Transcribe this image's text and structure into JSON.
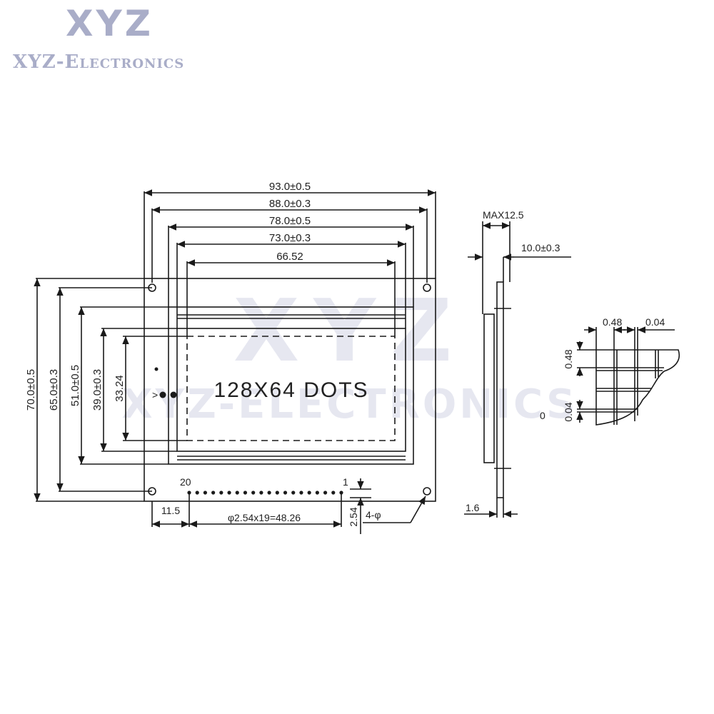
{
  "brand": {
    "logo": "XYZ",
    "name": "XYZ-Electronics",
    "watermark_logo": "XYZ",
    "watermark_name": "XYZ-ELECTRONICS"
  },
  "drawing": {
    "display_label": "128X64 DOTS",
    "top_dims": [
      "93.0±0.5",
      "88.0±0.3",
      "78.0±0.5",
      "73.0±0.3",
      "66.52"
    ],
    "left_dims": [
      "70.0±0.5",
      "65.0±0.3",
      "51.0±0.5",
      "39.0±0.3",
      "33.24"
    ],
    "pin_left": "20",
    "pin_right": "1",
    "bottom_offset": "11.5",
    "pin_pitch": "φ2.54x19=48.26",
    "pin_spacing": "2.54",
    "hole_note": "4-φ",
    "side_max": "MAX12.5",
    "side_thickness": "10.0±0.3",
    "side_pcb": "1.6",
    "dot_size_h": "0.48",
    "dot_gap_h": "0.04",
    "dot_size_v": "0.48",
    "dot_gap_v": "0.04",
    "dot_origin": "0"
  },
  "colors": {
    "line": "#1a1a1a",
    "watermark": "#a9adc8"
  }
}
